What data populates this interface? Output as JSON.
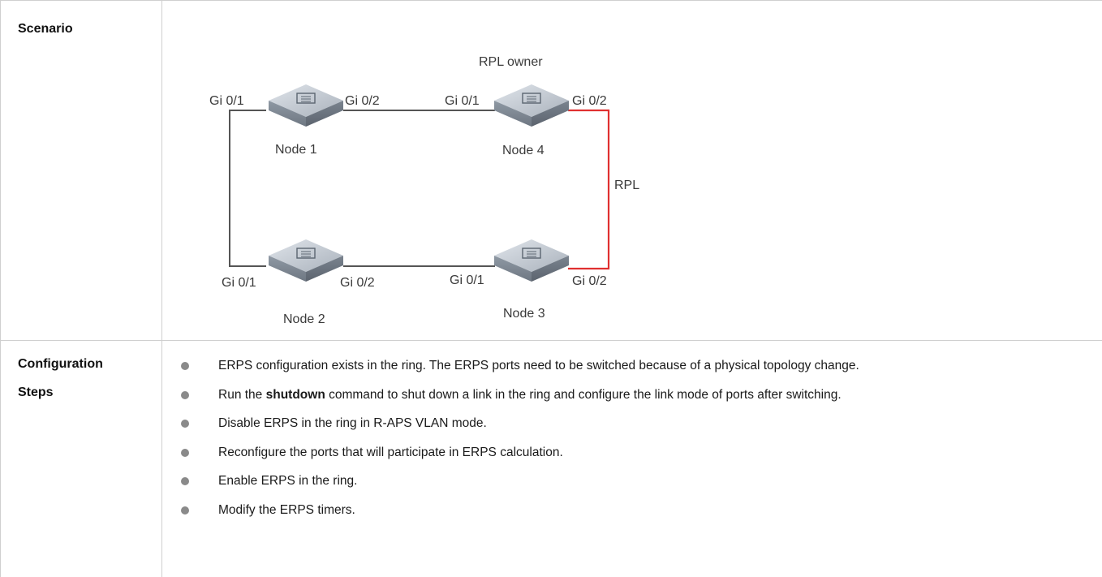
{
  "rows": [
    {
      "label": "Scenario"
    },
    {
      "label_line1": "Configuration",
      "label_line2": "Steps"
    }
  ],
  "diagram": {
    "caption_rpl_owner": "RPL owner",
    "rpl_label": "RPL",
    "link_color": "#555555",
    "rpl_color": "#e03030",
    "nodes": [
      {
        "name": "Node 1",
        "port_left": "Gi 0/1",
        "port_right": "Gi 0/2"
      },
      {
        "name": "Node 4",
        "port_left": "Gi 0/1",
        "port_right": "Gi 0/2"
      },
      {
        "name": "Node 2",
        "port_left": "Gi 0/1",
        "port_right": "Gi 0/2"
      },
      {
        "name": "Node 3",
        "port_left": "Gi 0/1",
        "port_right": "Gi 0/2"
      }
    ]
  },
  "steps": [
    {
      "text": "ERPS configuration exists in the ring. The ERPS ports need to be switched because of a physical topology change."
    },
    {
      "pre": "Run the ",
      "bold": "shutdown",
      "post": " command to shut down a link in the ring and configure the link mode of ports after switching."
    },
    {
      "text": "Disable ERPS in the ring in R-APS VLAN mode."
    },
    {
      "text": "Reconfigure the ports that will participate in ERPS calculation."
    },
    {
      "text": "Enable ERPS in the ring."
    },
    {
      "text": "Modify the ERPS timers."
    }
  ]
}
